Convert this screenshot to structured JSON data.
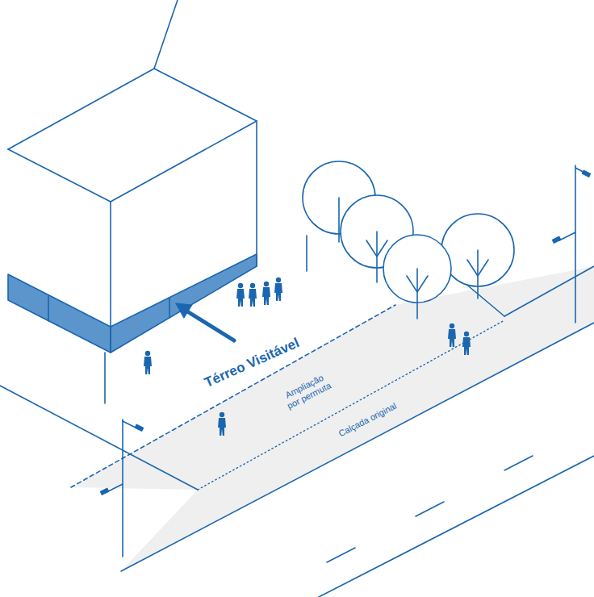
{
  "diagram": {
    "labels": [
      "Térreo Visitável",
      "Ampliação por permuta",
      "Calçada original"
    ]
  }
}
